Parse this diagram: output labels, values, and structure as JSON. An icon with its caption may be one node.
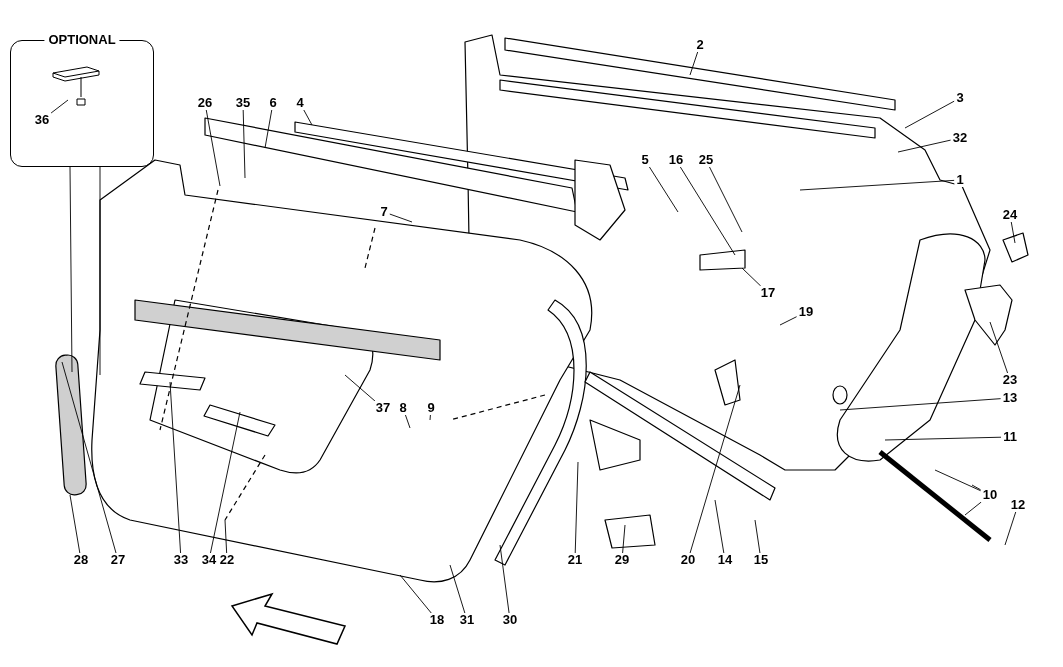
{
  "diagram": {
    "nodes": [
      {
        "text": [
          "OPTIONAL"
        ]
      },
      {
        "text": [
          "36"
        ],
        "in": 0
      },
      {
        "text": [
          "26"
        ]
      },
      {
        "text": [
          "35"
        ]
      },
      {
        "text": [
          "6"
        ]
      },
      {
        "text": [
          "4"
        ]
      },
      {
        "text": [
          "2"
        ]
      },
      {
        "text": [
          "3"
        ]
      },
      {
        "text": [
          "32"
        ]
      },
      {
        "text": [
          "5"
        ]
      },
      {
        "text": [
          "16"
        ]
      },
      {
        "text": [
          "25"
        ]
      },
      {
        "text": [
          "1"
        ]
      },
      {
        "text": [
          "7"
        ]
      },
      {
        "text": [
          "24"
        ]
      },
      {
        "text": [
          "17"
        ]
      },
      {
        "text": [
          "19"
        ]
      },
      {
        "text": [
          "23"
        ]
      },
      {
        "text": [
          "13"
        ]
      },
      {
        "text": [
          "11"
        ]
      },
      {
        "text": [
          "37"
        ]
      },
      {
        "text": [
          "8"
        ]
      },
      {
        "text": [
          "9"
        ]
      },
      {
        "text": [
          "10"
        ]
      },
      {
        "text": [
          "12"
        ]
      },
      {
        "text": [
          "28"
        ]
      },
      {
        "text": [
          "27"
        ]
      },
      {
        "text": [
          "33"
        ]
      },
      {
        "text": [
          "34"
        ]
      },
      {
        "text": [
          "22"
        ]
      },
      {
        "text": [
          "21"
        ]
      },
      {
        "text": [
          "29"
        ]
      },
      {
        "text": [
          "20"
        ]
      },
      {
        "text": [
          "14"
        ]
      },
      {
        "text": [
          "15"
        ]
      },
      {
        "text": [
          "18"
        ]
      },
      {
        "text": [
          "31"
        ]
      },
      {
        "text": [
          "30"
        ]
      }
    ],
    "edges": [
      {
        "from": 0,
        "to": null,
        "arrow": "none"
      },
      {
        "from": 0,
        "to": null,
        "arrow": "none"
      },
      {
        "from": 1,
        "to": null,
        "arrow": "none"
      },
      {
        "from": 2,
        "to": null,
        "arrow": "none"
      },
      {
        "from": 3,
        "to": null,
        "arrow": "none"
      },
      {
        "from": 4,
        "to": null,
        "arrow": "none"
      },
      {
        "from": 5,
        "to": null,
        "arrow": "none"
      },
      {
        "from": 6,
        "to": null,
        "arrow": "none"
      },
      {
        "from": 7,
        "to": null,
        "arrow": "none"
      },
      {
        "from": 8,
        "to": null,
        "arrow": "none"
      },
      {
        "from": 9,
        "to": null,
        "arrow": "none"
      },
      {
        "from": 10,
        "to": null,
        "arrow": "none"
      },
      {
        "from": 11,
        "to": null,
        "arrow": "none"
      },
      {
        "from": 12,
        "to": null,
        "arrow": "none"
      },
      {
        "from": 13,
        "to": null,
        "arrow": "none"
      },
      {
        "from": 14,
        "to": null,
        "arrow": "none"
      },
      {
        "from": 15,
        "to": null,
        "arrow": "none"
      },
      {
        "from": 16,
        "to": null,
        "arrow": "none"
      },
      {
        "from": 17,
        "to": null,
        "arrow": "none"
      },
      {
        "from": 18,
        "to": null,
        "arrow": "none"
      },
      {
        "from": 19,
        "to": null,
        "arrow": "none"
      },
      {
        "from": 20,
        "to": null,
        "arrow": "none"
      },
      {
        "from": 21,
        "to": null,
        "arrow": "none"
      },
      {
        "from": 22,
        "to": null,
        "arrow": "none"
      },
      {
        "from": 23,
        "to": null,
        "arrow": "none"
      },
      {
        "from": 23,
        "to": null,
        "arrow": "none"
      },
      {
        "from": 23,
        "to": null,
        "arrow": "none"
      },
      {
        "from": 24,
        "to": null,
        "arrow": "none"
      },
      {
        "from": 25,
        "to": null,
        "arrow": "none"
      },
      {
        "from": 26,
        "to": null,
        "arrow": "none"
      },
      {
        "from": 27,
        "to": null,
        "arrow": "none"
      },
      {
        "from": 28,
        "to": null,
        "arrow": "none"
      },
      {
        "from": 29,
        "to": null,
        "arrow": "none"
      },
      {
        "from": 30,
        "to": null,
        "arrow": "none"
      },
      {
        "from": 31,
        "to": null,
        "arrow": "none"
      },
      {
        "from": 32,
        "to": null,
        "arrow": "none"
      },
      {
        "from": 33,
        "to": null,
        "arrow": "none"
      },
      {
        "from": 34,
        "to": null,
        "arrow": "none"
      },
      {
        "from": 35,
        "to": null,
        "arrow": "none"
      },
      {
        "from": 36,
        "to": null,
        "arrow": "none"
      },
      {
        "from": 37,
        "to": null,
        "arrow": "none"
      }
    ]
  }
}
